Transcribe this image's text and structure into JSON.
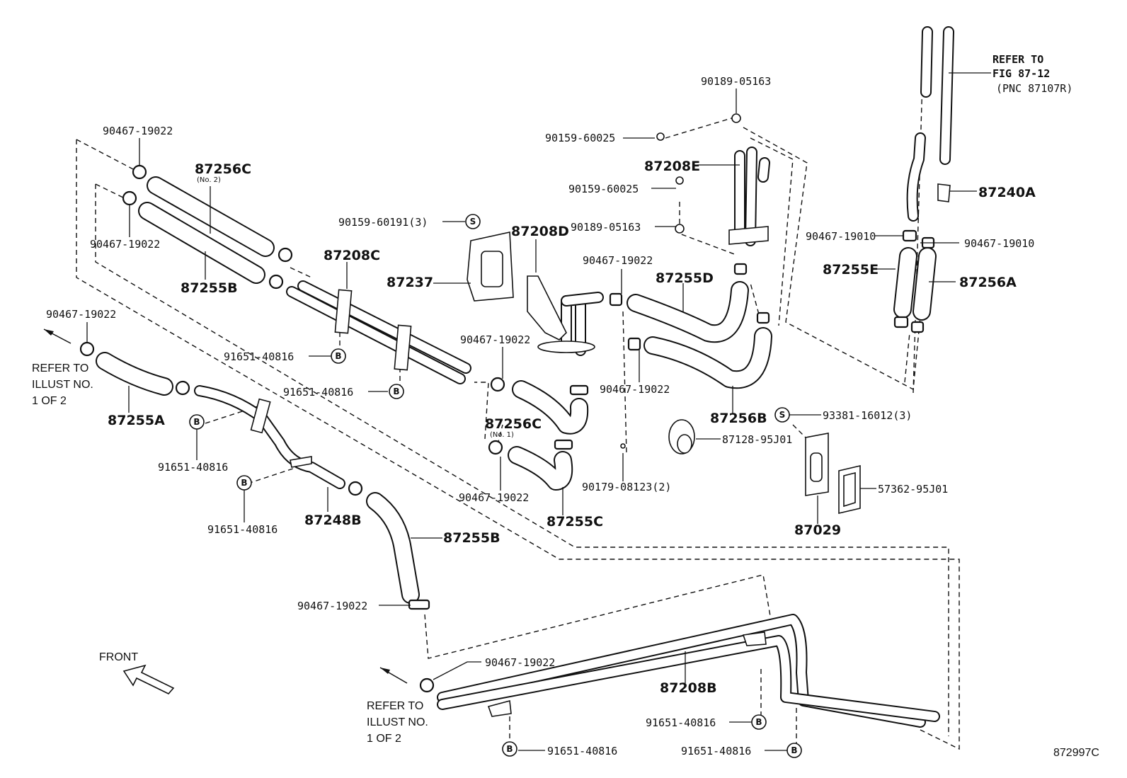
{
  "diagram": {
    "figure_code": "872997C",
    "front_label": "FRONT",
    "refer_fig": {
      "line1": "REFER TO",
      "line2": "FIG 87-12",
      "line3": "(PNC 87107R)"
    },
    "refer_illust_left": {
      "line1": "REFER TO",
      "line2": "ILLUST NO.",
      "line3": "1 OF 2"
    },
    "refer_illust_bottom": {
      "line1": "REFER TO",
      "line2": "ILLUST NO.",
      "line3": "1 OF 2"
    },
    "markers": {
      "b": "B",
      "s": "S"
    },
    "parts": {
      "p87256c_top": "87256C",
      "p87256c_top_note": "(No. 2)",
      "p87255b_top": "87255B",
      "p87208c": "87208C",
      "p87237": "87237",
      "p87208d": "87208D",
      "p87208e": "87208E",
      "p87255d": "87255D",
      "p87256b": "87256B",
      "p87255a": "87255A",
      "p87256c_mid": "87256C",
      "p87256c_mid_note": "(No. 1)",
      "p87255c": "87255C",
      "p87248b": "87248B",
      "p87255b_mid": "87255B",
      "p87208b": "87208B",
      "p87240a": "87240A",
      "p87255e": "87255E",
      "p87256a": "87256A",
      "p87128": "87128-95J01",
      "p87029": "87029",
      "p57362": "57362-95J01",
      "p93381": "93381-16012(3)"
    },
    "fasteners": {
      "c19022_a": "90467-19022",
      "c19022_b": "90467-19022",
      "c19022_c": "90467-19022",
      "c19022_d": "90467-19022",
      "c19022_e": "90467-19022",
      "c19022_f": "90467-19022",
      "c19022_g": "90467-19022",
      "c19022_h": "90467-19022",
      "c19022_i": "90467-19022",
      "c19010_a": "90467-19010",
      "c19010_b": "90467-19010",
      "n05163_a": "90189-05163",
      "n05163_b": "90189-05163",
      "w60025_a": "90159-60025",
      "w60025_b": "90159-60025",
      "w60191": "90159-60191(3)",
      "s08123": "90179-08123(2)",
      "b40816_a": "91651-40816",
      "b40816_b": "91651-40816",
      "b40816_c": "91651-40816",
      "b40816_d": "91651-40816",
      "b40816_e": "91651-40816",
      "b40816_f": "91651-40816",
      "b40816_g": "91651-40816"
    }
  }
}
